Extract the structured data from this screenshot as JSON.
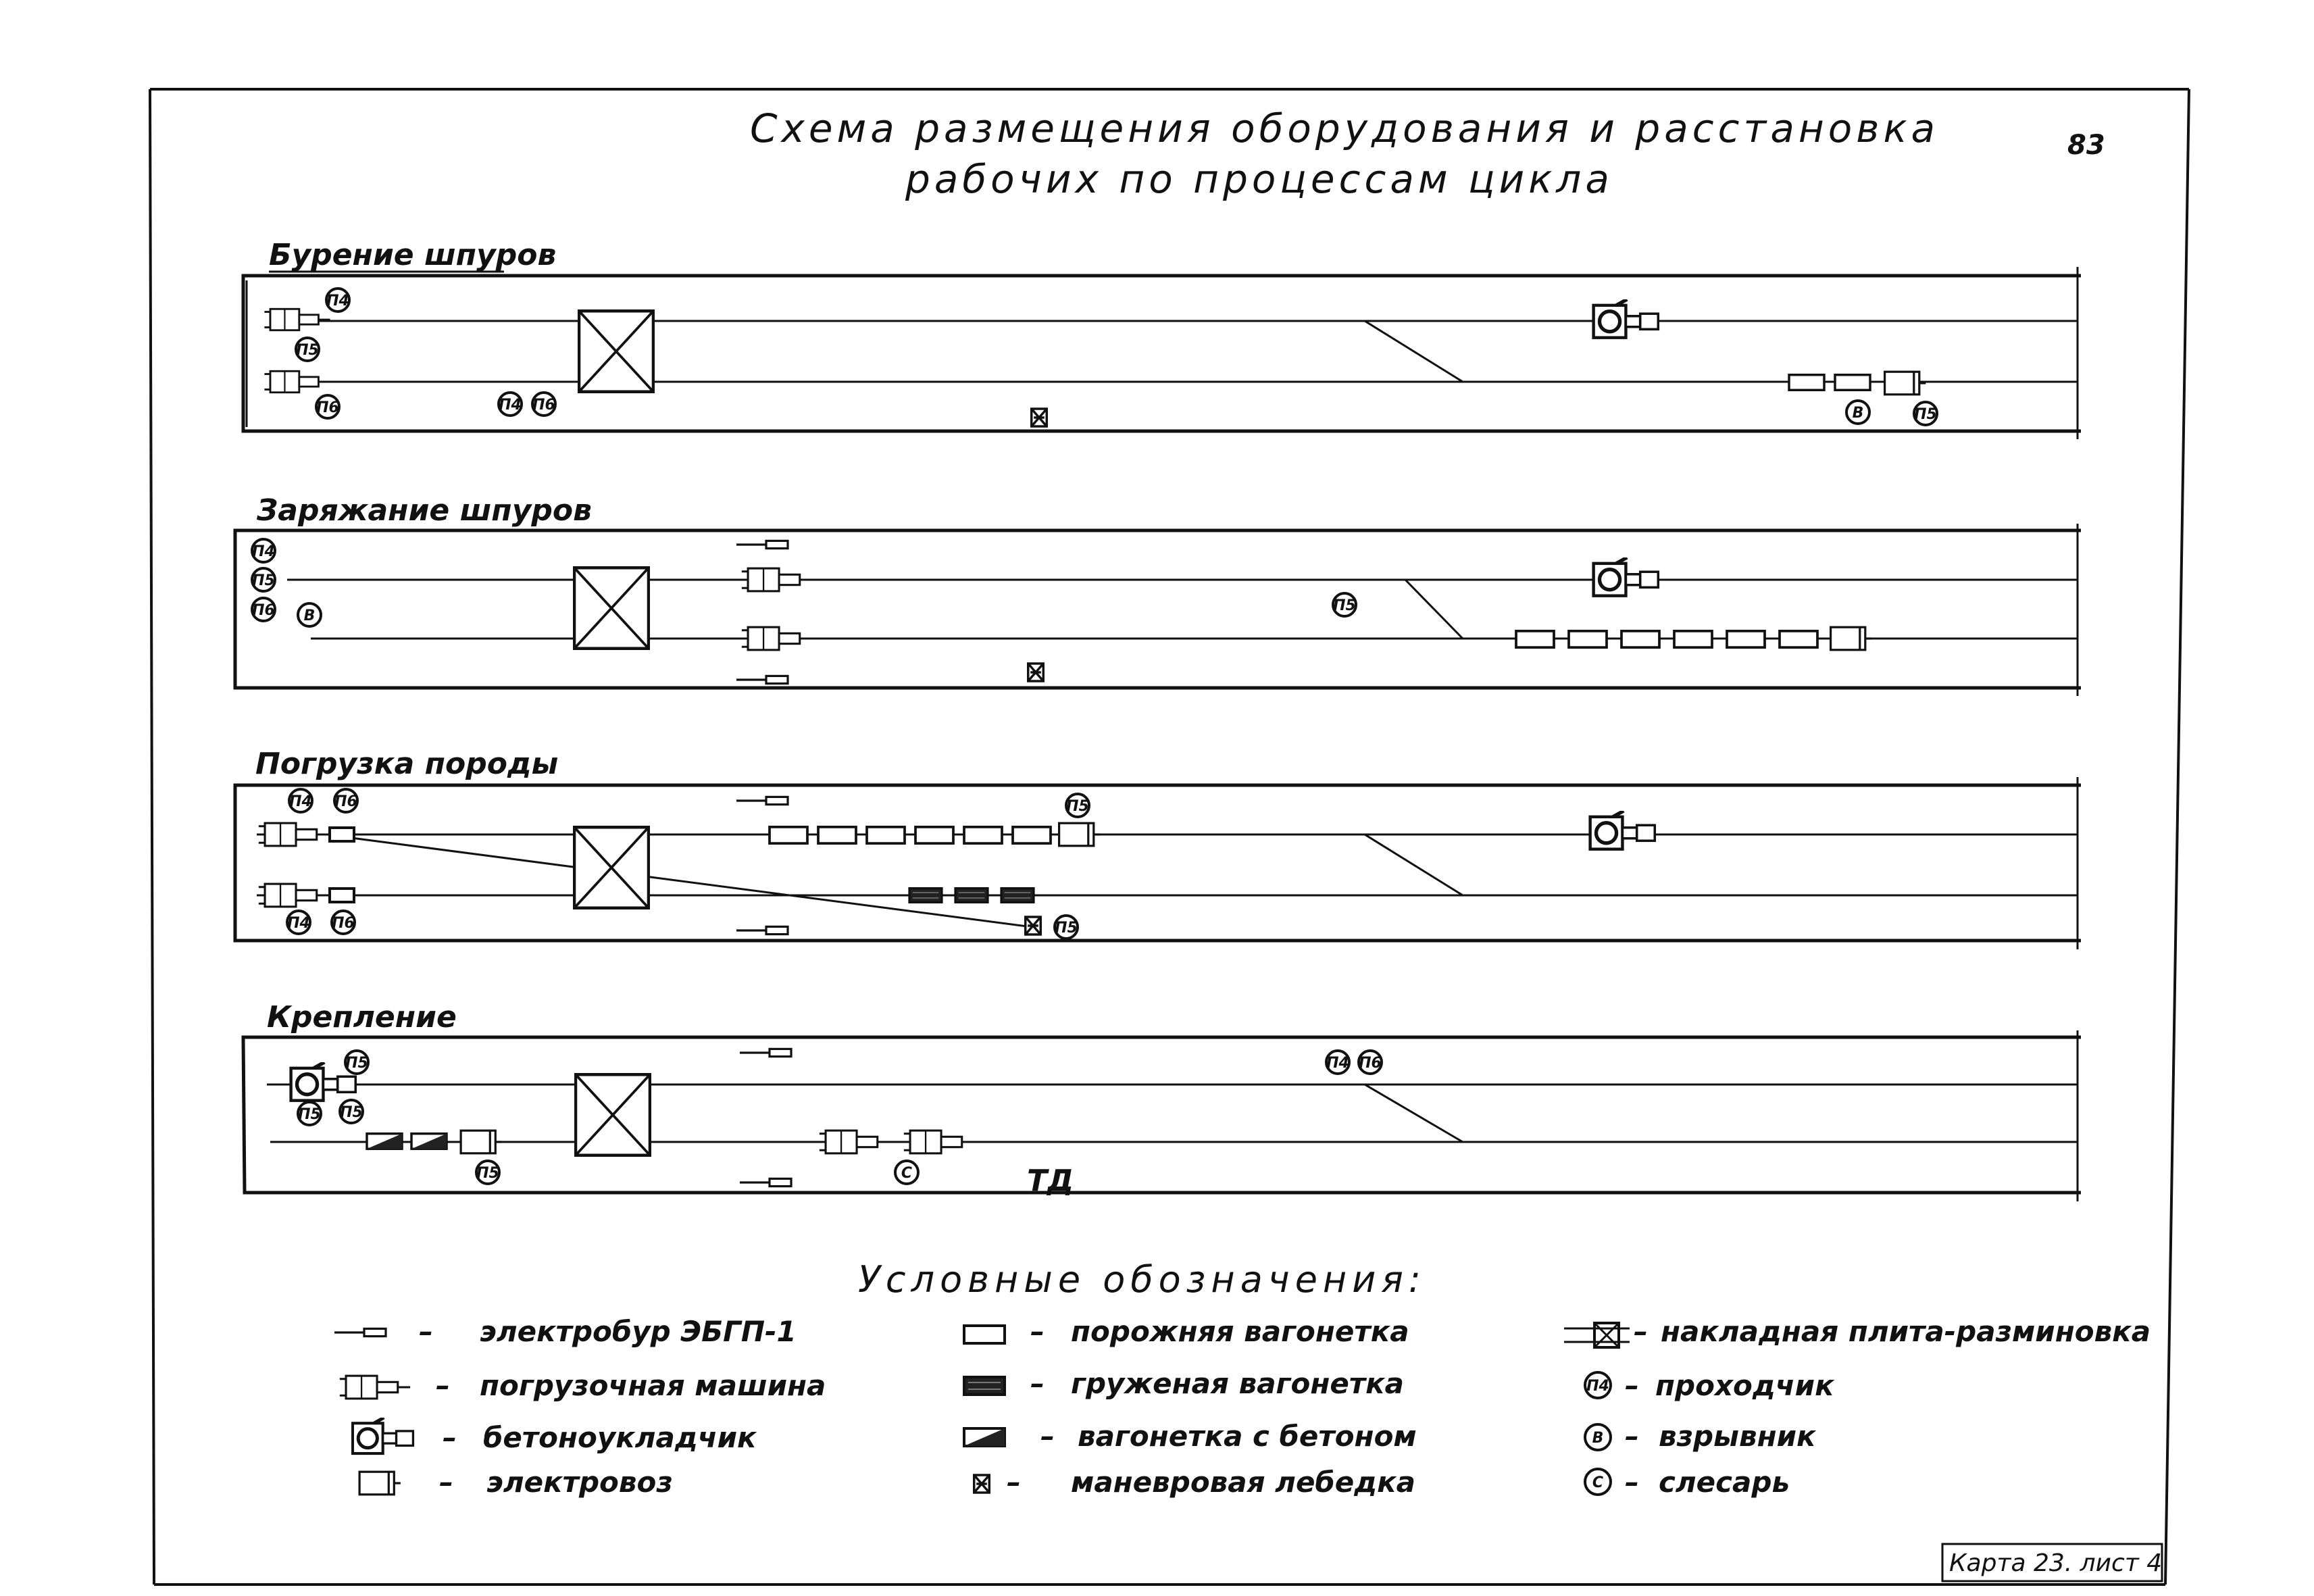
{
  "title": {
    "line1": "Схема размещения оборудования и расстановка",
    "line2": "рабочих по процессам цикла"
  },
  "page_number": "83",
  "sections": [
    {
      "id": "drilling",
      "title": "Бурение шпуров"
    },
    {
      "id": "charging",
      "title": "Заряжание шпуров"
    },
    {
      "id": "loading",
      "title": "Погрузка породы"
    },
    {
      "id": "support",
      "title": "Крепление"
    }
  ],
  "worker_codes": {
    "p4": "П4",
    "p5": "П5",
    "p6": "П6",
    "v": "В",
    "s": "С"
  },
  "winch_mark": "ТД",
  "legend": {
    "heading": "Условные обозначения:",
    "items": [
      {
        "symbol": "drill-icon",
        "text": "электробур ЭБГП-1"
      },
      {
        "symbol": "loader-icon",
        "text": "погрузочная машина"
      },
      {
        "symbol": "concrete-placer-icon",
        "text": "бетоноукладчик"
      },
      {
        "symbol": "locomotive-icon",
        "text": "электровоз"
      },
      {
        "symbol": "empty-car-icon",
        "text": "порожняя вагонетка"
      },
      {
        "symbol": "loaded-car-icon",
        "text": "груженая вагонетка"
      },
      {
        "symbol": "concrete-car-icon",
        "text": "вагонетка с бетоном"
      },
      {
        "symbol": "winch-icon",
        "text": "маневровая лебедка"
      },
      {
        "symbol": "turnplate-icon",
        "text": "накладная плита-разминовка"
      },
      {
        "symbol": "miner-icon",
        "text": "проходчик"
      },
      {
        "symbol": "blaster-icon",
        "text": "взрывник"
      },
      {
        "symbol": "fitter-icon",
        "text": "слесарь"
      }
    ]
  },
  "sheet_ref": "Карта 23. лист 4"
}
